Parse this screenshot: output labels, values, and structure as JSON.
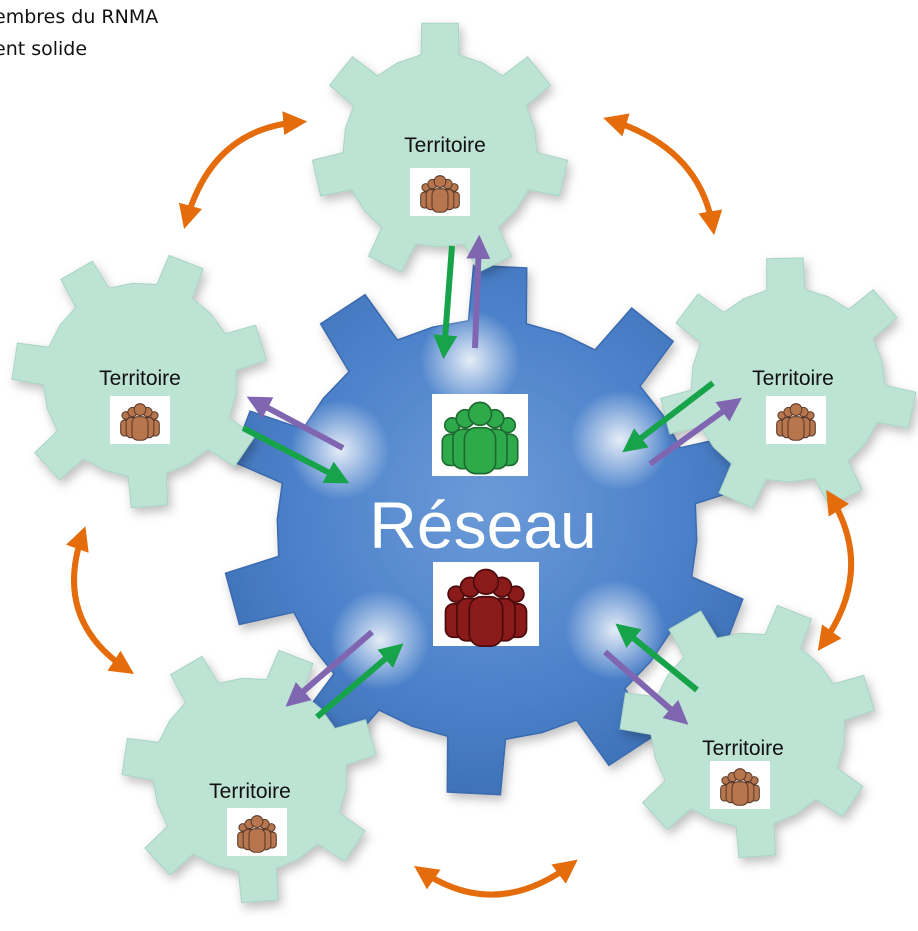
{
  "caption": {
    "line1": "embres du RNMA",
    "line2": "ent solide"
  },
  "hub": {
    "label": "Réseau",
    "color": "#4a80c9",
    "top_icon_color": "#2eaa4a",
    "bottom_icon_color": "#8b1a1a"
  },
  "territories": [
    {
      "id": "top",
      "label": "Territoire"
    },
    {
      "id": "left",
      "label": "Territoire"
    },
    {
      "id": "right",
      "label": "Territoire"
    },
    {
      "id": "bottom-left",
      "label": "Territoire"
    },
    {
      "id": "bottom-right",
      "label": "Territoire"
    }
  ],
  "colors": {
    "territory_gear": "#bde3d4",
    "territory_icon": "#b8764f",
    "arrow_green": "#16a34a",
    "arrow_purple": "#8066b0",
    "arrow_orange": "#e46c0a"
  }
}
